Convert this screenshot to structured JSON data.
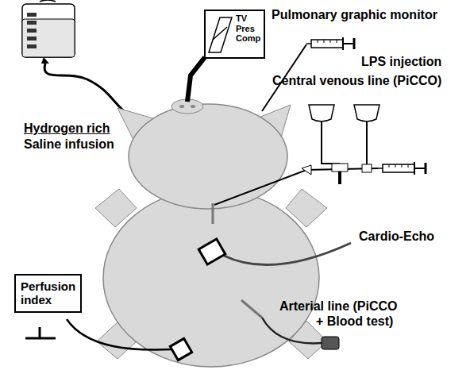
{
  "diagram": {
    "nodes": [
      {
        "text": [
          "TV Pres Comp"
        ]
      },
      {
        "text": [
          "Perfusion index"
        ]
      }
    ],
    "labels": [
      "Pulmonary graphic monitor",
      "LPS injection",
      "Central venous line (PiCCO)",
      "Hydrogen rich",
      "Saline infusion",
      "Cardio-Echo",
      "Arterial line (PiCCO + Blood test)"
    ]
  }
}
